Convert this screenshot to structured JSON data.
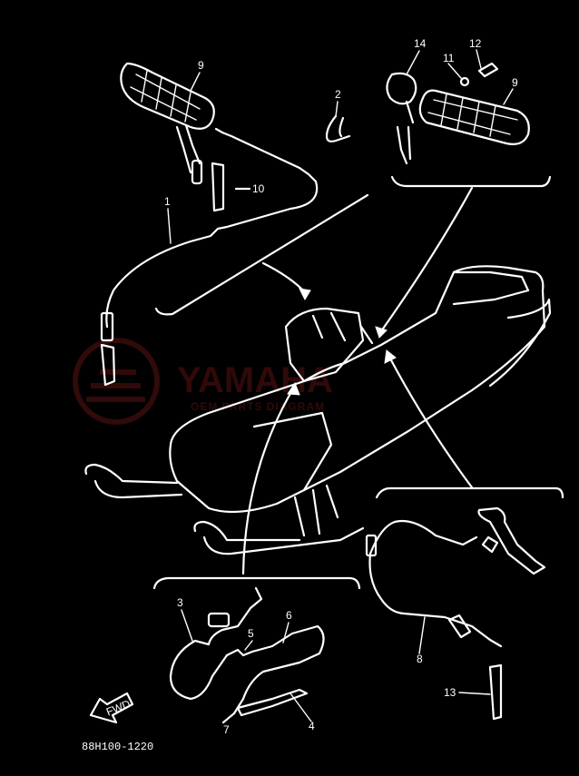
{
  "diagram": {
    "callouts": {
      "c1": "1",
      "c2": "2",
      "c3": "3",
      "c4": "4",
      "c5": "5",
      "c6": "6",
      "c7": "7",
      "c8": "8",
      "c9a": "9",
      "c9b": "9",
      "c10": "10",
      "c11": "11",
      "c12": "12",
      "c13": "13",
      "c14": "14"
    },
    "fwd_label": "FWD",
    "diagram_code": "88H100-1220",
    "watermark": "YAMAHA",
    "watermark_sub": "OEM PARTS DIAGRAM",
    "colors": {
      "background": "#000000",
      "line": "#ffffff",
      "watermark": "#5a1212"
    }
  }
}
